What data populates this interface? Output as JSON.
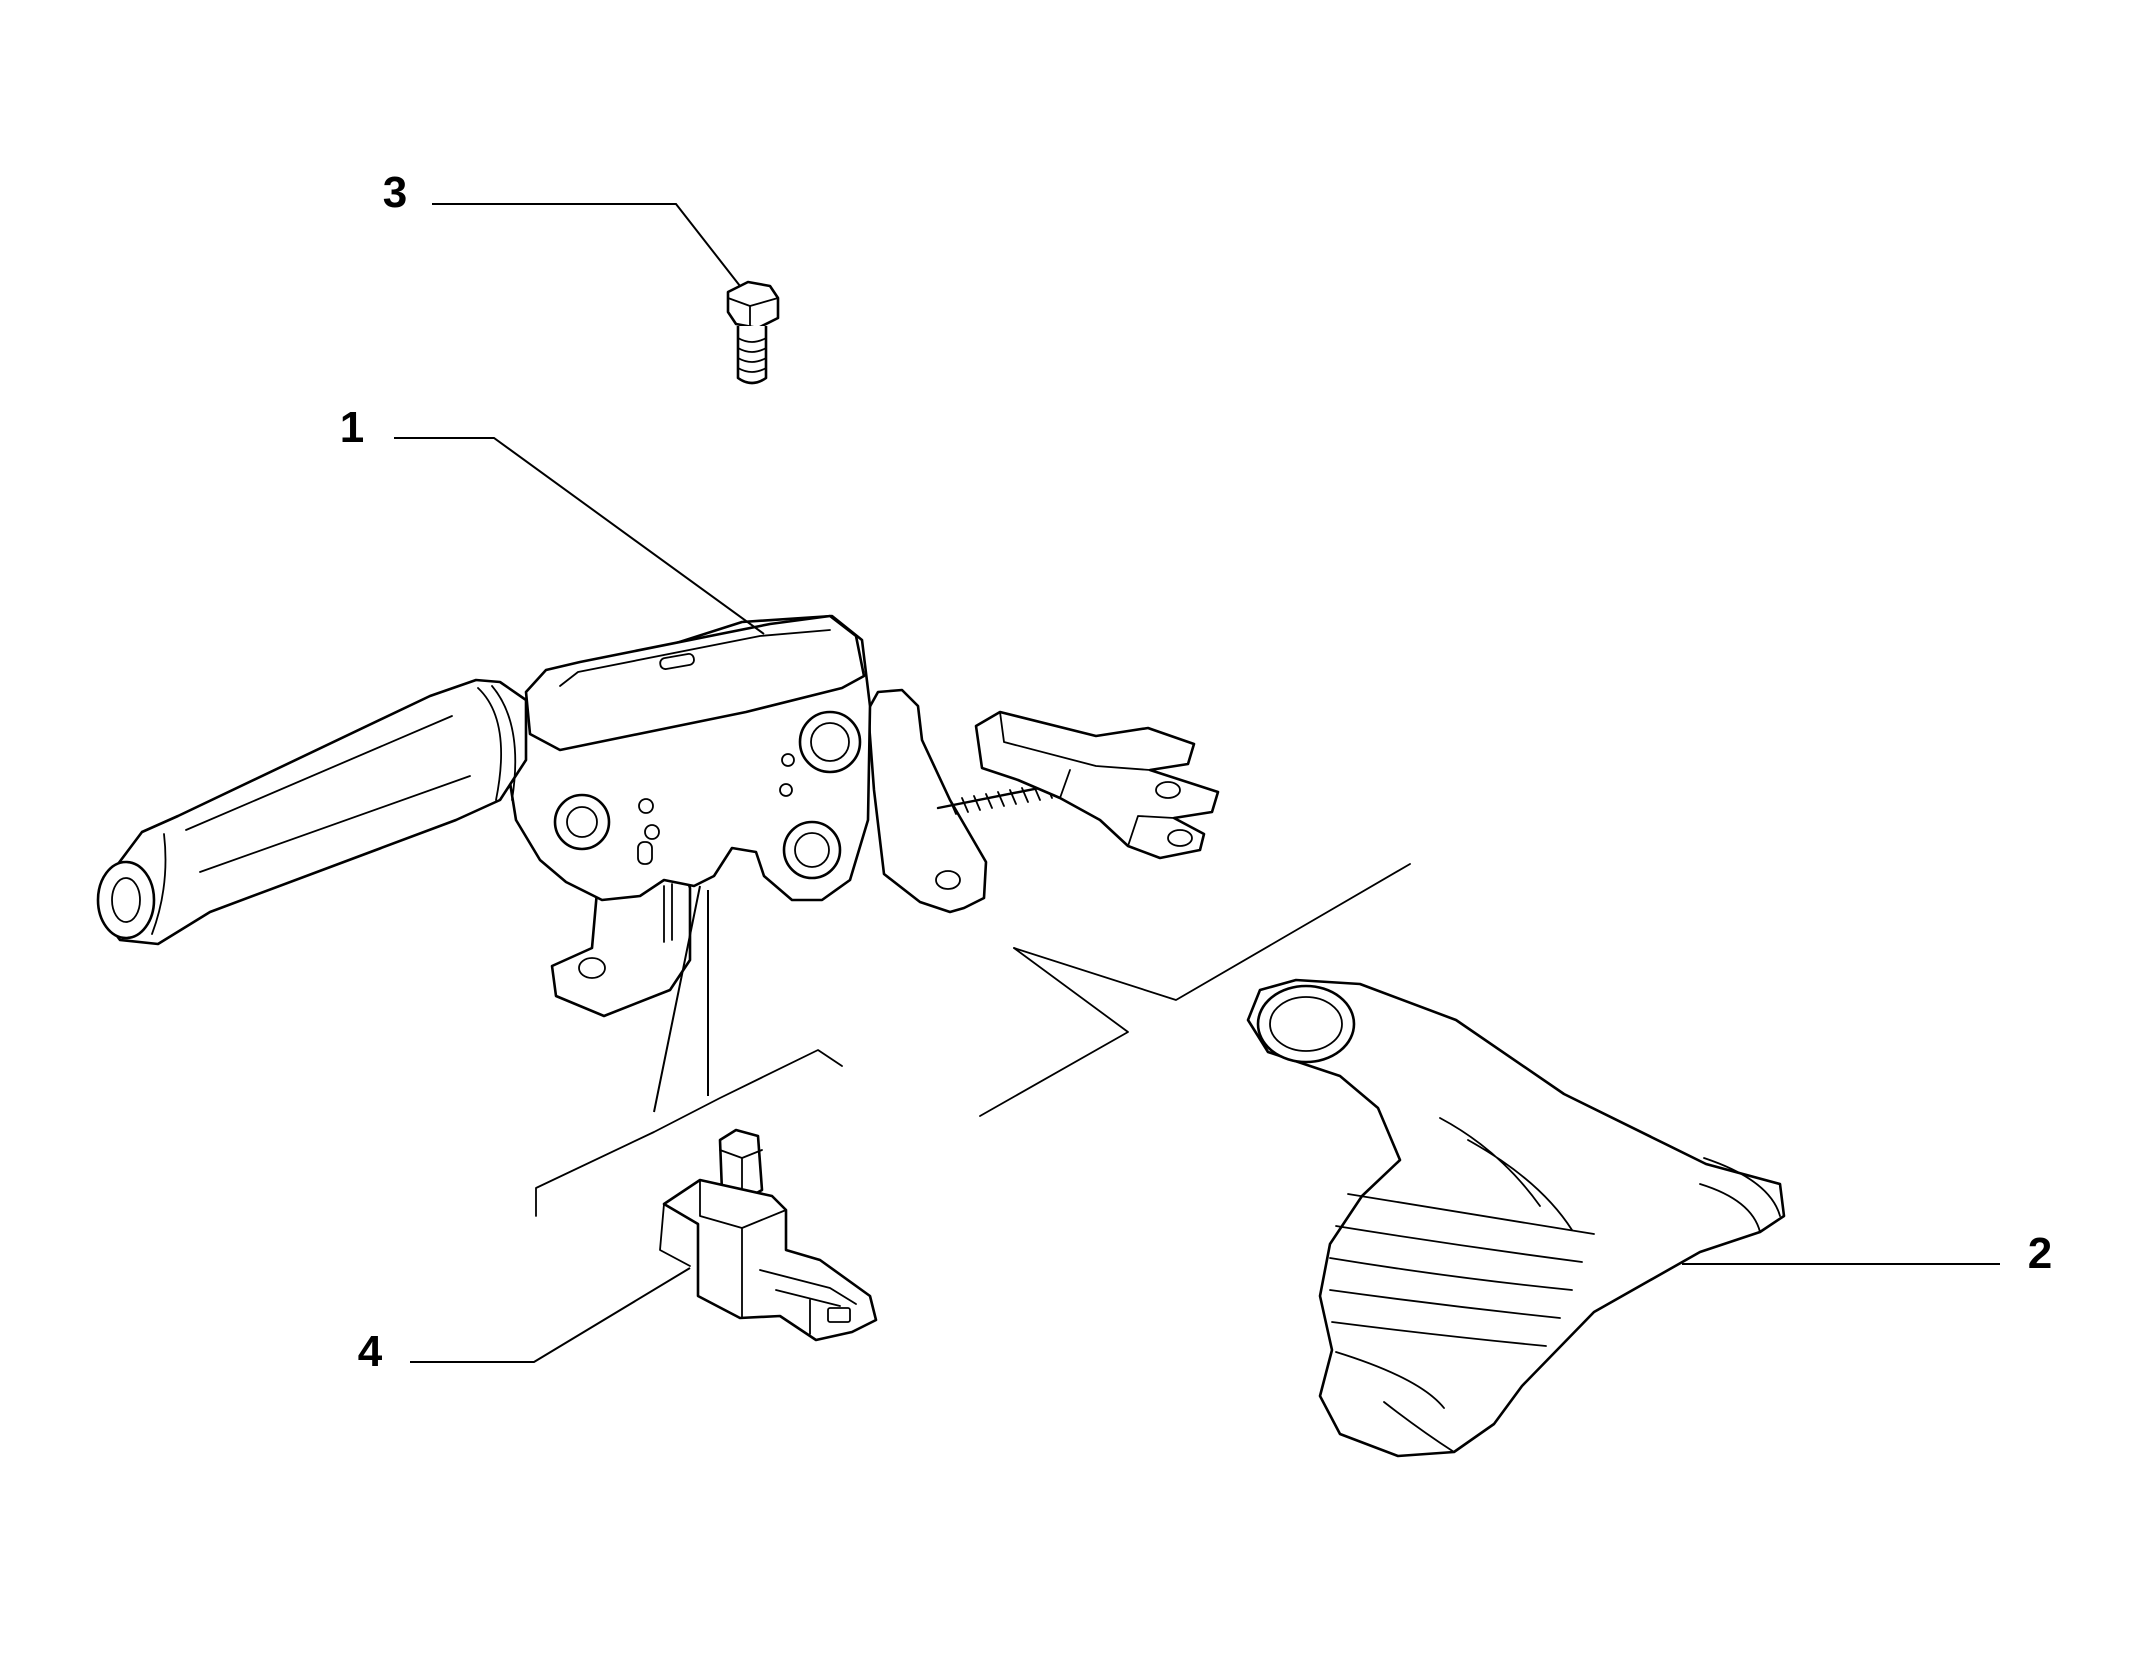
{
  "callouts": [
    {
      "id": "1",
      "label": "1",
      "part": "handbrake-lever-assembly"
    },
    {
      "id": "2",
      "label": "2",
      "part": "lever-boot"
    },
    {
      "id": "3",
      "label": "3",
      "part": "bolt"
    },
    {
      "id": "4",
      "label": "4",
      "part": "switch"
    }
  ]
}
